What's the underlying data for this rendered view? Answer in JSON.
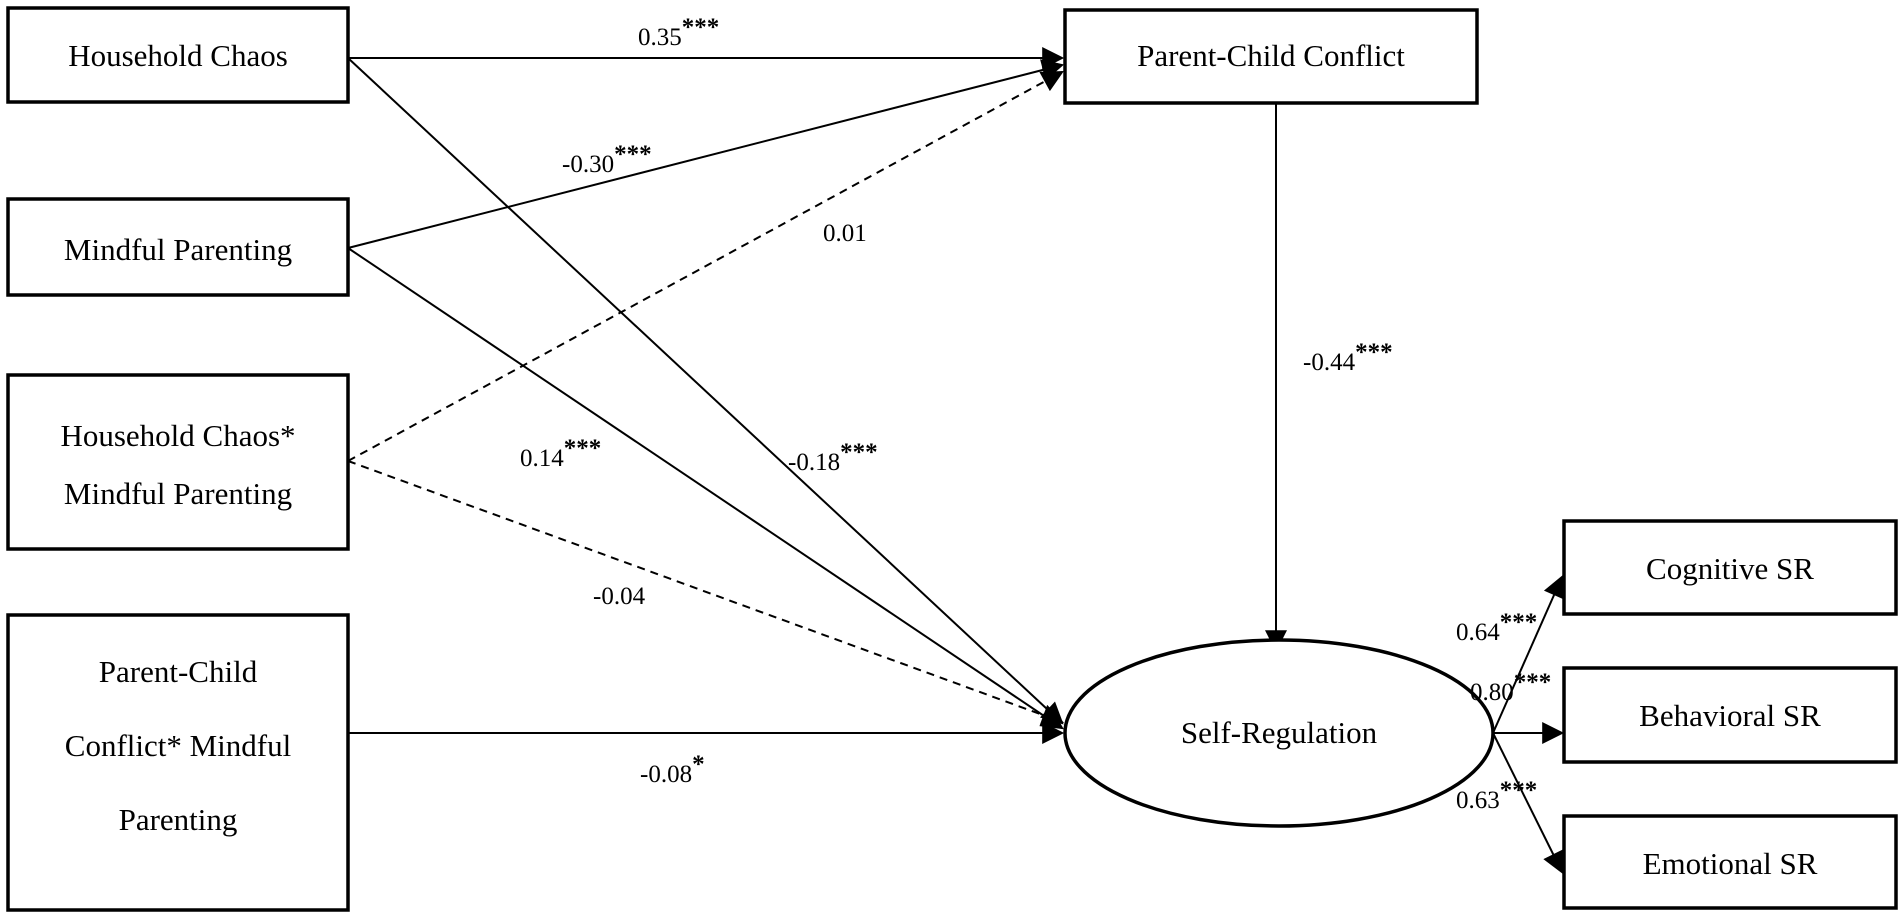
{
  "nodes": {
    "household_chaos": "Household Chaos",
    "mindful_parenting": "Mindful Parenting",
    "interaction_hc_mp": [
      "Household Chaos*",
      "Mindful Parenting"
    ],
    "interaction_pcc_mp": [
      "Parent-Child",
      "Conflict* Mindful",
      "Parenting"
    ],
    "parent_child_conflict": "Parent-Child Conflict",
    "self_regulation": "Self-Regulation",
    "cognitive_sr": "Cognitive SR",
    "behavioral_sr": "Behavioral SR",
    "emotional_sr": "Emotional SR"
  },
  "paths": {
    "hc_to_pcc": {
      "coef": "0.35",
      "sig": "***",
      "style": "solid"
    },
    "mp_to_pcc": {
      "coef": "-0.30",
      "sig": "***",
      "style": "solid"
    },
    "hcmp_to_pcc": {
      "coef": "0.01",
      "sig": "",
      "style": "dashed"
    },
    "pcc_to_sr": {
      "coef": "-0.44",
      "sig": "***",
      "style": "solid"
    },
    "mp_to_sr": {
      "coef": "0.14",
      "sig": "***",
      "style": "solid"
    },
    "hc_to_sr": {
      "coef": "-0.18",
      "sig": "***",
      "style": "solid"
    },
    "hcmp_to_sr": {
      "coef": "-0.04",
      "sig": "",
      "style": "dashed"
    },
    "pccmp_to_sr": {
      "coef": "-0.08",
      "sig": "*",
      "style": "solid"
    },
    "sr_to_cognitive": {
      "coef": "0.64",
      "sig": "***",
      "style": "solid"
    },
    "sr_to_behavioral": {
      "coef": "0.80",
      "sig": "***",
      "style": "solid"
    },
    "sr_to_emotional": {
      "coef": "0.63",
      "sig": "***",
      "style": "solid"
    }
  }
}
